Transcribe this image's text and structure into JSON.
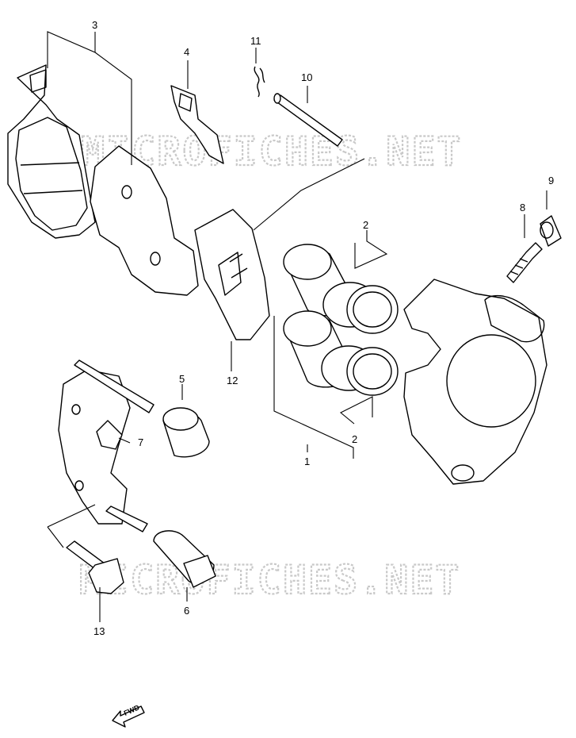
{
  "watermark": {
    "text_top": "MICROFICHES.NET",
    "text_bottom": "MICROFICHES.NET",
    "color": "#c9c9c9"
  },
  "callouts": {
    "c1": "1",
    "c2a": "2",
    "c2b": "2",
    "c3": "3",
    "c4": "4",
    "c5": "5",
    "c6": "6",
    "c7": "7",
    "c8": "8",
    "c9": "9",
    "c10": "10",
    "c11": "11",
    "c12": "12",
    "c13": "13"
  },
  "direction_arrow": {
    "label": "FWD"
  },
  "colors": {
    "line": "#000000",
    "background": "#ffffff"
  }
}
